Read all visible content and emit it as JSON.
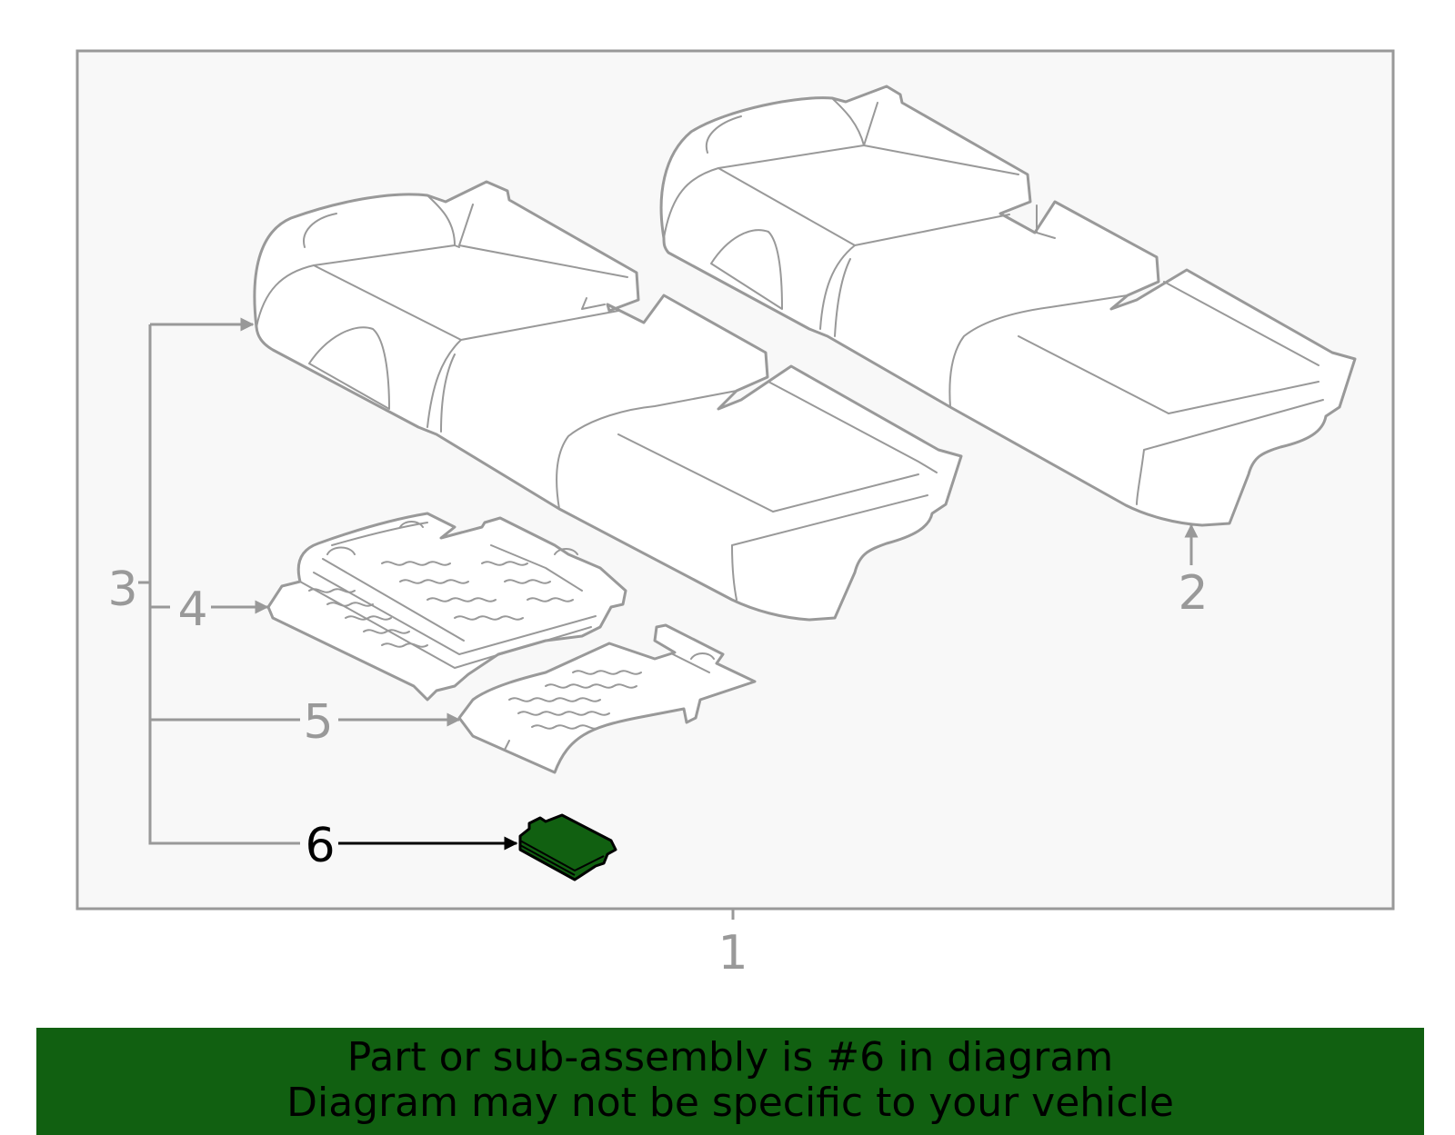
{
  "diagram": {
    "callouts": [
      {
        "id": "1",
        "label": "1"
      },
      {
        "id": "2",
        "label": "2"
      },
      {
        "id": "3",
        "label": "3"
      },
      {
        "id": "4",
        "label": "4"
      },
      {
        "id": "5",
        "label": "5"
      },
      {
        "id": "6",
        "label": "6"
      }
    ],
    "highlighted_callout": "6"
  },
  "banner": {
    "line1": "Part or sub-assembly is #6 in diagram",
    "line2": "Diagram may not be specific to your vehicle"
  },
  "colors": {
    "frame_stroke": "#999999",
    "panel_background": "#f8f8f8",
    "highlight_part": "#116011",
    "banner_background": "#116011",
    "highlight_text": "#000000",
    "default_text": "#999999"
  }
}
